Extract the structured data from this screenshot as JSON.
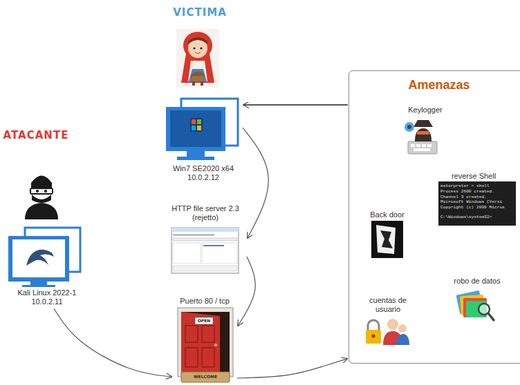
{
  "diagram": {
    "nodes": [
      {
        "text": [
          "Win7 SE2020 x64",
          "10.0.2.12"
        ]
      },
      {
        "text": [
          "HTTP file server 2.3 (rejetto)"
        ]
      },
      {
        "text": [
          "Puerto 80 / tcp"
        ]
      },
      {
        "text": [
          "Kali Linux 2022-1",
          "10.0.2.11"
        ]
      },
      {
        "text": [
          "Amenazas"
        ]
      },
      {
        "text": [
          "Keylogger"
        ],
        "in": 4
      },
      {
        "text": [
          "reverse Shell"
        ],
        "in": 4
      },
      {
        "text": [
          "Back door"
        ],
        "in": 4
      },
      {
        "text": [
          "robo de datos"
        ],
        "in": 4
      },
      {
        "text": [
          "cuentas de usuario"
        ],
        "in": 4
      }
    ],
    "edges": [
      {
        "from": 3,
        "to": 2,
        "arrow": "to"
      },
      {
        "from": 2,
        "to": 4,
        "arrow": "to"
      },
      {
        "from": 4,
        "to": 0,
        "arrow": "to"
      },
      {
        "from": 0,
        "to": 1,
        "arrow": "to"
      },
      {
        "from": 1,
        "to": 2,
        "arrow": "to"
      }
    ],
    "labels": [
      "VICTIMA",
      "ATACANTE",
      "OPEN",
      "WELCOME",
      "meterpreter > shell",
      "Process 2600 created.",
      "Channel 3 created.",
      "Microsoft Windows [Versi",
      "Copyright (c) 2009 Micros",
      "C:\\Windows\\system32>"
    ]
  }
}
